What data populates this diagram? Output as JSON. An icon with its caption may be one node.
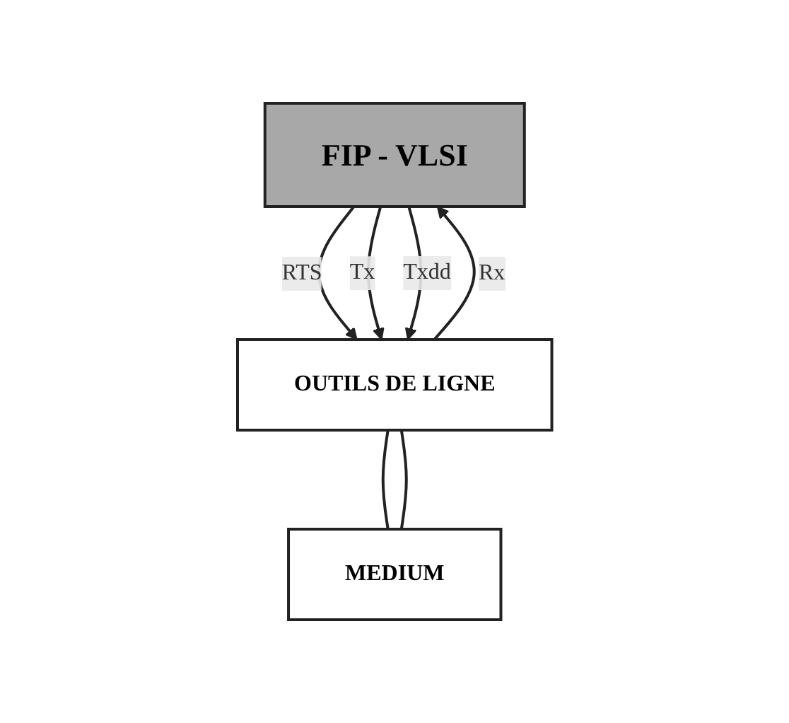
{
  "diagram": {
    "nodes": [
      {
        "text": [
          "FIP - VLSI"
        ]
      },
      {
        "text": [
          "OUTILS DE LIGNE"
        ]
      },
      {
        "text": [
          "MEDIUM"
        ]
      }
    ],
    "edges": [
      {
        "from": 0,
        "to": 1,
        "arrow": "to",
        "label": "RTS"
      },
      {
        "from": 0,
        "to": 1,
        "arrow": "to",
        "label": "Tx"
      },
      {
        "from": 0,
        "to": 1,
        "arrow": "to",
        "label": "Txdd"
      },
      {
        "from": 1,
        "to": 0,
        "arrow": "to",
        "label": "Rx"
      },
      {
        "from": 1,
        "to": 2,
        "arrow": "none"
      },
      {
        "from": 1,
        "to": 2,
        "arrow": "none"
      }
    ]
  }
}
